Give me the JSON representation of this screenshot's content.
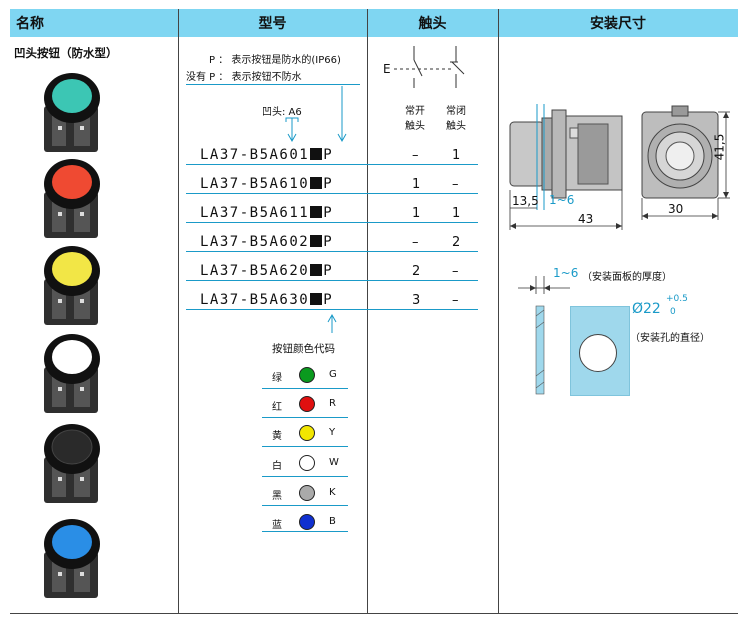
{
  "headers": {
    "name": "名称",
    "model": "型号",
    "contact": "触头",
    "dimensions": "安装尺寸"
  },
  "name_col": {
    "product": "凹头按钮（防水型）"
  },
  "model_col": {
    "note_p": "P ： 表示按钮是防水的(IP66)",
    "note_no_p": "没有 P ： 表示按钮不防水",
    "recess_label": "凹头: A6",
    "rows": [
      {
        "prefix": "LA37-B5A601",
        "suffix": "P",
        "no": "–",
        "nc": "1"
      },
      {
        "prefix": "LA37-B5A610",
        "suffix": "P",
        "no": "1",
        "nc": "–"
      },
      {
        "prefix": "LA37-B5A611",
        "suffix": "P",
        "no": "1",
        "nc": "1"
      },
      {
        "prefix": "LA37-B5A602",
        "suffix": "P",
        "no": "–",
        "nc": "2"
      },
      {
        "prefix": "LA37-B5A620",
        "suffix": "P",
        "no": "2",
        "nc": "–"
      },
      {
        "prefix": "LA37-B5A630",
        "suffix": "P",
        "no": "3",
        "nc": "–"
      }
    ],
    "color_title": "按钮颜色代码",
    "colors": [
      {
        "name": "绿",
        "code": "G",
        "hex": "#0a9a1e"
      },
      {
        "name": "红",
        "code": "R",
        "hex": "#e01010"
      },
      {
        "name": "黄",
        "code": "Y",
        "hex": "#f2e600"
      },
      {
        "name": "白",
        "code": "W",
        "hex": "#ffffff"
      },
      {
        "name": "黑",
        "code": "K",
        "hex": "#aaaaaa"
      },
      {
        "name": "蓝",
        "code": "B",
        "hex": "#1030d0"
      }
    ]
  },
  "contact_col": {
    "no_label_1": "常开",
    "no_label_2": "触头",
    "nc_label_1": "常闭",
    "nc_label_2": "触头",
    "symbol_e": "E"
  },
  "dims": {
    "d_13_5": "13,5",
    "d_1_6": "1~6",
    "d_43": "43",
    "d_30": "30",
    "d_41_5": "41,5",
    "panel_thickness": "1~6",
    "panel_thickness_note": "（安装面板的厚度）",
    "hole_dia": "Ø22",
    "hole_tol_upper": "+0.5",
    "hole_tol_lower": "0",
    "hole_note": "（安装孔的直径）"
  },
  "button_caps": [
    "#3cc6b4",
    "#ef4a32",
    "#f2e646",
    "#ffffff",
    "#2a2a2a",
    "#2a8ee6"
  ],
  "accent": "#1a9ac8",
  "header_bg": "#7fd6f2"
}
